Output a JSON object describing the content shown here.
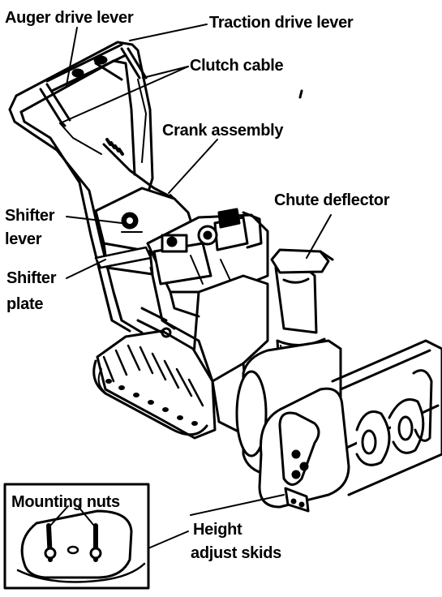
{
  "labels": {
    "auger_drive_lever": "Auger drive lever",
    "traction_drive_lever": "Traction drive lever",
    "clutch_cable": "Clutch cable",
    "crank_assembly": "Crank assembly",
    "chute_deflector": "Chute deflector",
    "shifter_lever_line1": "Shifter",
    "shifter_lever_line2": "lever",
    "shifter_plate_line1": "Shifter",
    "shifter_plate_line2": "plate",
    "mounting_nuts": "Mounting nuts",
    "height_adjust_skids_line1": "Height",
    "height_adjust_skids_line2": "adjust skids"
  },
  "colors": {
    "ink": "#000000",
    "paper": "#ffffff",
    "shade": "#d9d9d9"
  }
}
